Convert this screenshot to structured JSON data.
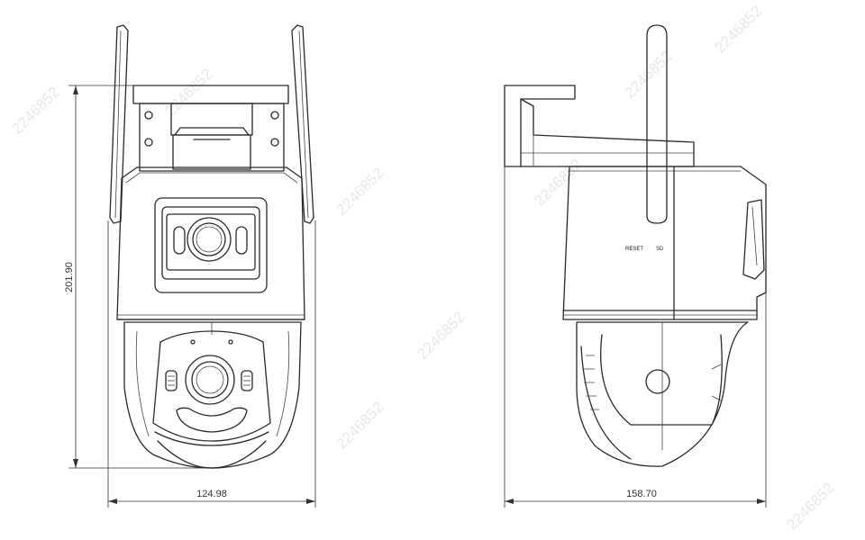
{
  "dimensions": {
    "front_height": "201.90",
    "front_width": "124.98",
    "side_width": "158.70"
  },
  "side_labels": {
    "reset": "RESET",
    "card": "SD"
  },
  "watermark": {
    "text": "2246852"
  }
}
